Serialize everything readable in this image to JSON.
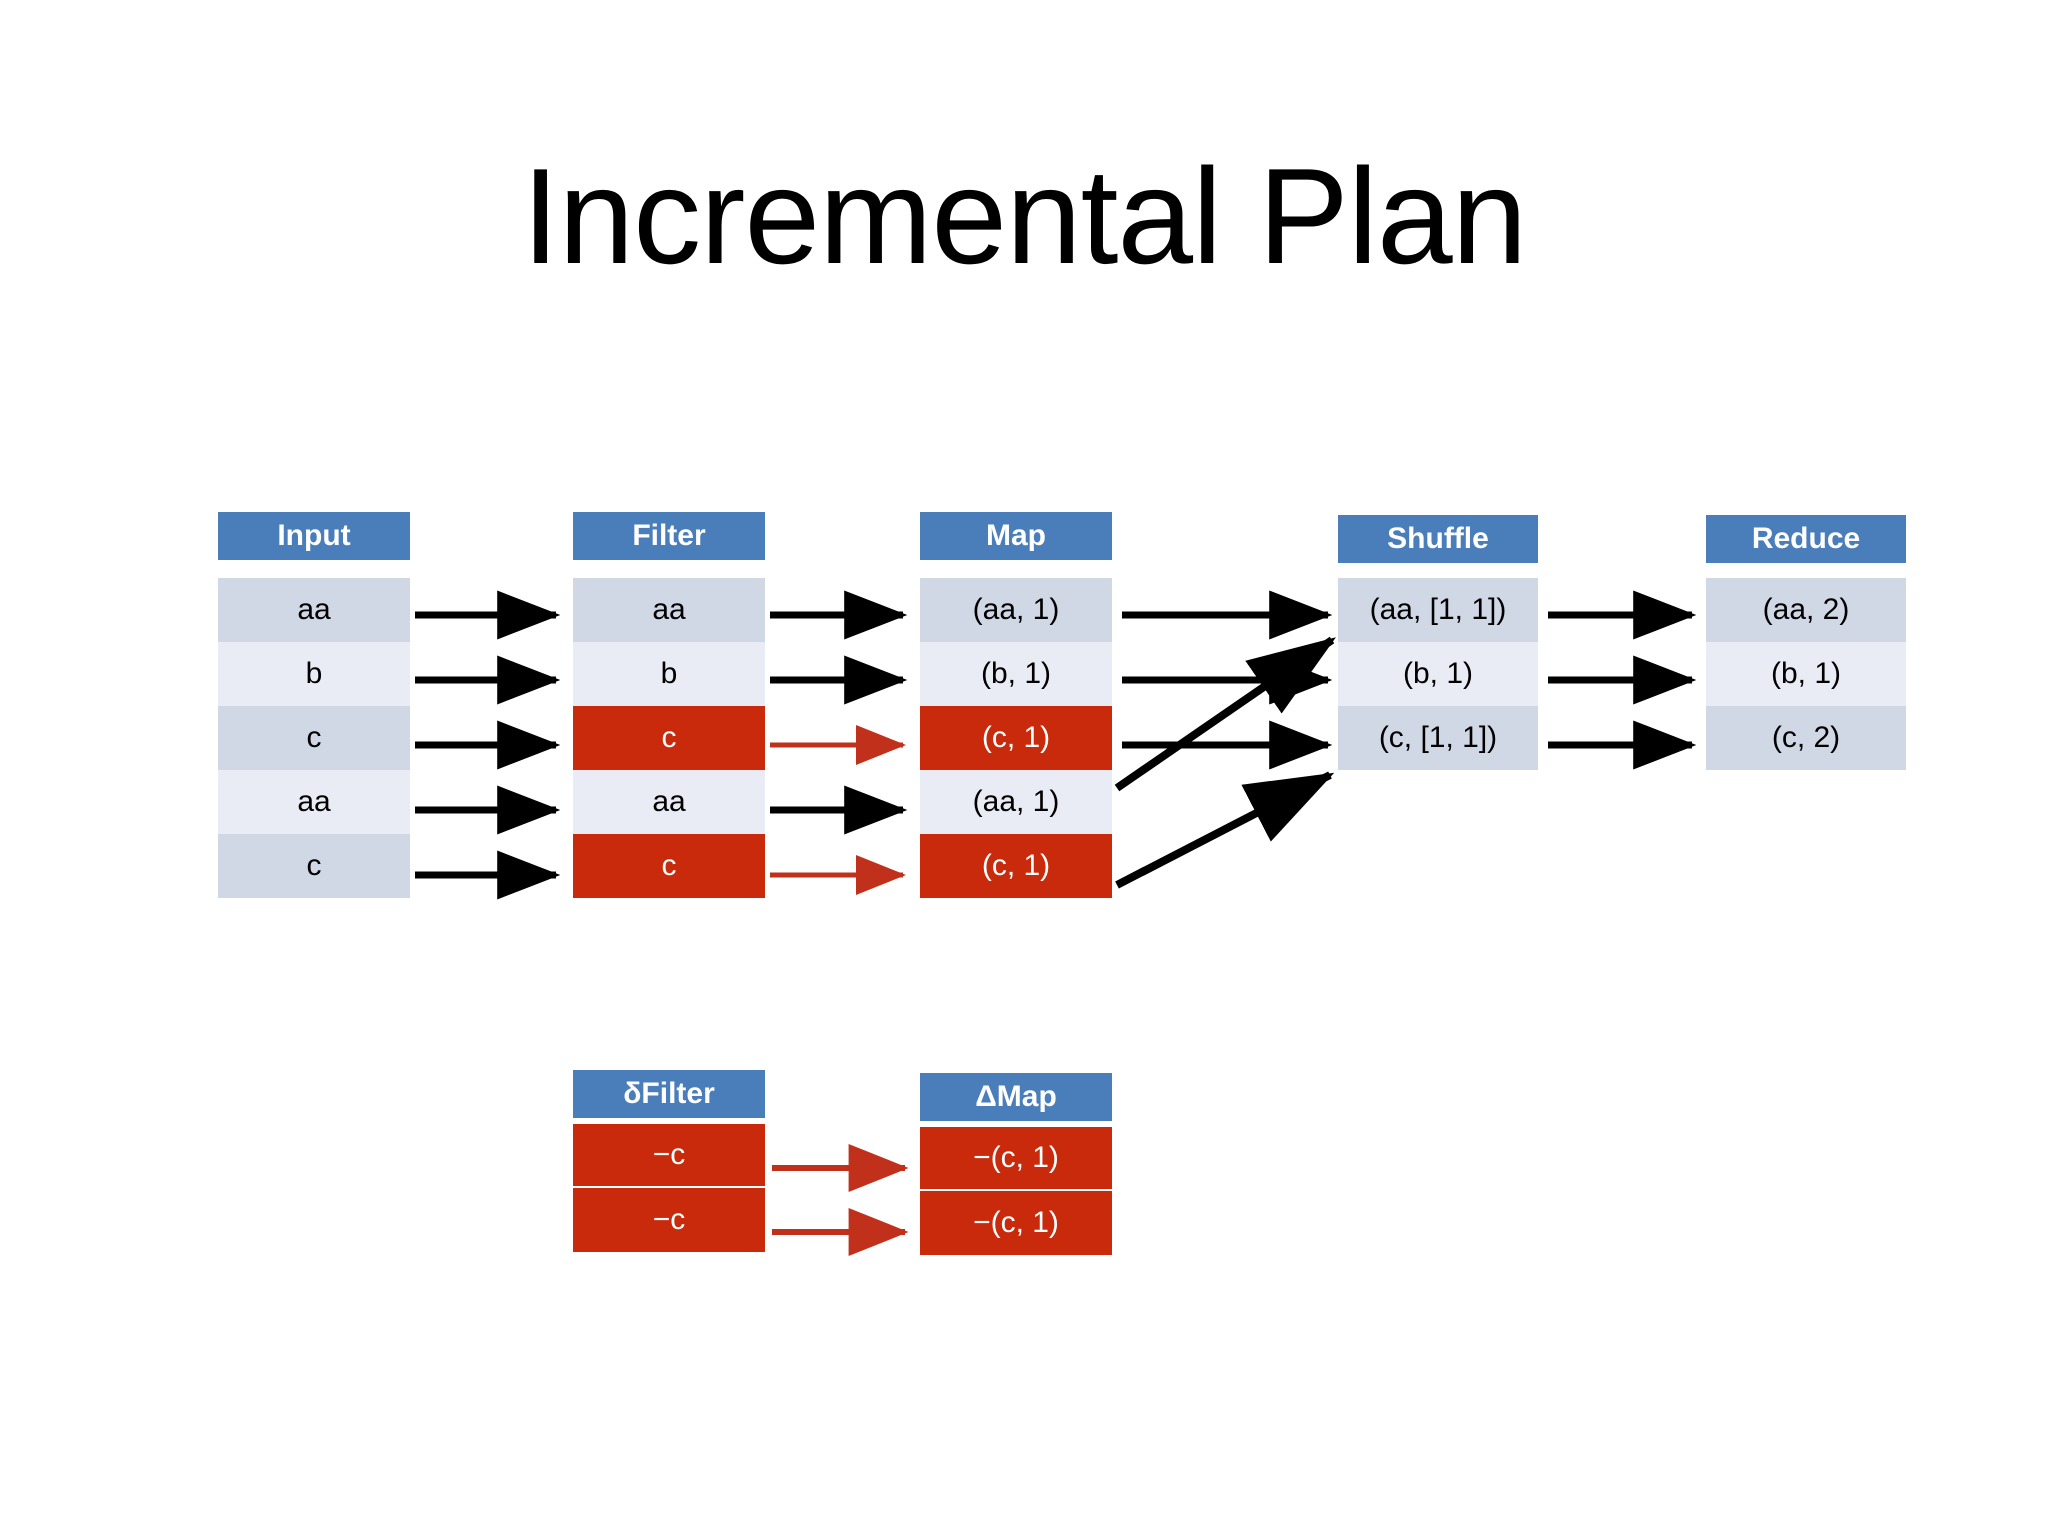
{
  "slide": {
    "title": "Incremental Plan",
    "background": "#ffffff"
  },
  "colors": {
    "header_blue": "#4A7EBB",
    "row_band_dark": "#D0D7E5",
    "row_band_light": "#E9ECF4",
    "delete_red": "#CA2A0C",
    "arrow_black": "#000000",
    "arrow_red": "#C0301A"
  },
  "pipeline": {
    "stages": [
      {
        "id": "input",
        "header": "Input",
        "rows": [
          {
            "text": "aa",
            "style": "band-a"
          },
          {
            "text": "b",
            "style": "band-b"
          },
          {
            "text": "c",
            "style": "band-a"
          },
          {
            "text": "aa",
            "style": "band-b"
          },
          {
            "text": "c",
            "style": "band-a"
          }
        ]
      },
      {
        "id": "filter",
        "header": "Filter",
        "rows": [
          {
            "text": "aa",
            "style": "band-a"
          },
          {
            "text": "b",
            "style": "band-b"
          },
          {
            "text": "c",
            "style": "red"
          },
          {
            "text": "aa",
            "style": "band-b"
          },
          {
            "text": "c",
            "style": "red"
          }
        ]
      },
      {
        "id": "map",
        "header": "Map",
        "rows": [
          {
            "text": "(aa, 1)",
            "style": "band-a"
          },
          {
            "text": "(b, 1)",
            "style": "band-b"
          },
          {
            "text": "(c, 1)",
            "style": "red"
          },
          {
            "text": "(aa, 1)",
            "style": "band-b"
          },
          {
            "text": "(c, 1)",
            "style": "red"
          }
        ]
      },
      {
        "id": "shuffle",
        "header": "Shuffle",
        "rows": [
          {
            "text": "(aa, [1, 1])",
            "style": "band-a"
          },
          {
            "text": "(b, 1)",
            "style": "band-b"
          },
          {
            "text": "(c, [1, 1])",
            "style": "band-a"
          }
        ]
      },
      {
        "id": "reduce",
        "header": "Reduce",
        "rows": [
          {
            "text": "(aa, 2)",
            "style": "band-a"
          },
          {
            "text": "(b, 1)",
            "style": "band-b"
          },
          {
            "text": "(c, 2)",
            "style": "band-a"
          }
        ]
      }
    ]
  },
  "delta_pipeline": {
    "stages": [
      {
        "id": "delta-filter",
        "header": "δFilter",
        "rows": [
          {
            "text": "−c",
            "style": "red"
          },
          {
            "text": "−c",
            "style": "red"
          }
        ]
      },
      {
        "id": "delta-map",
        "header": "ΔMap",
        "rows": [
          {
            "text": "−(c, 1)",
            "style": "red"
          },
          {
            "text": "−(c, 1)",
            "style": "red"
          }
        ]
      }
    ]
  }
}
